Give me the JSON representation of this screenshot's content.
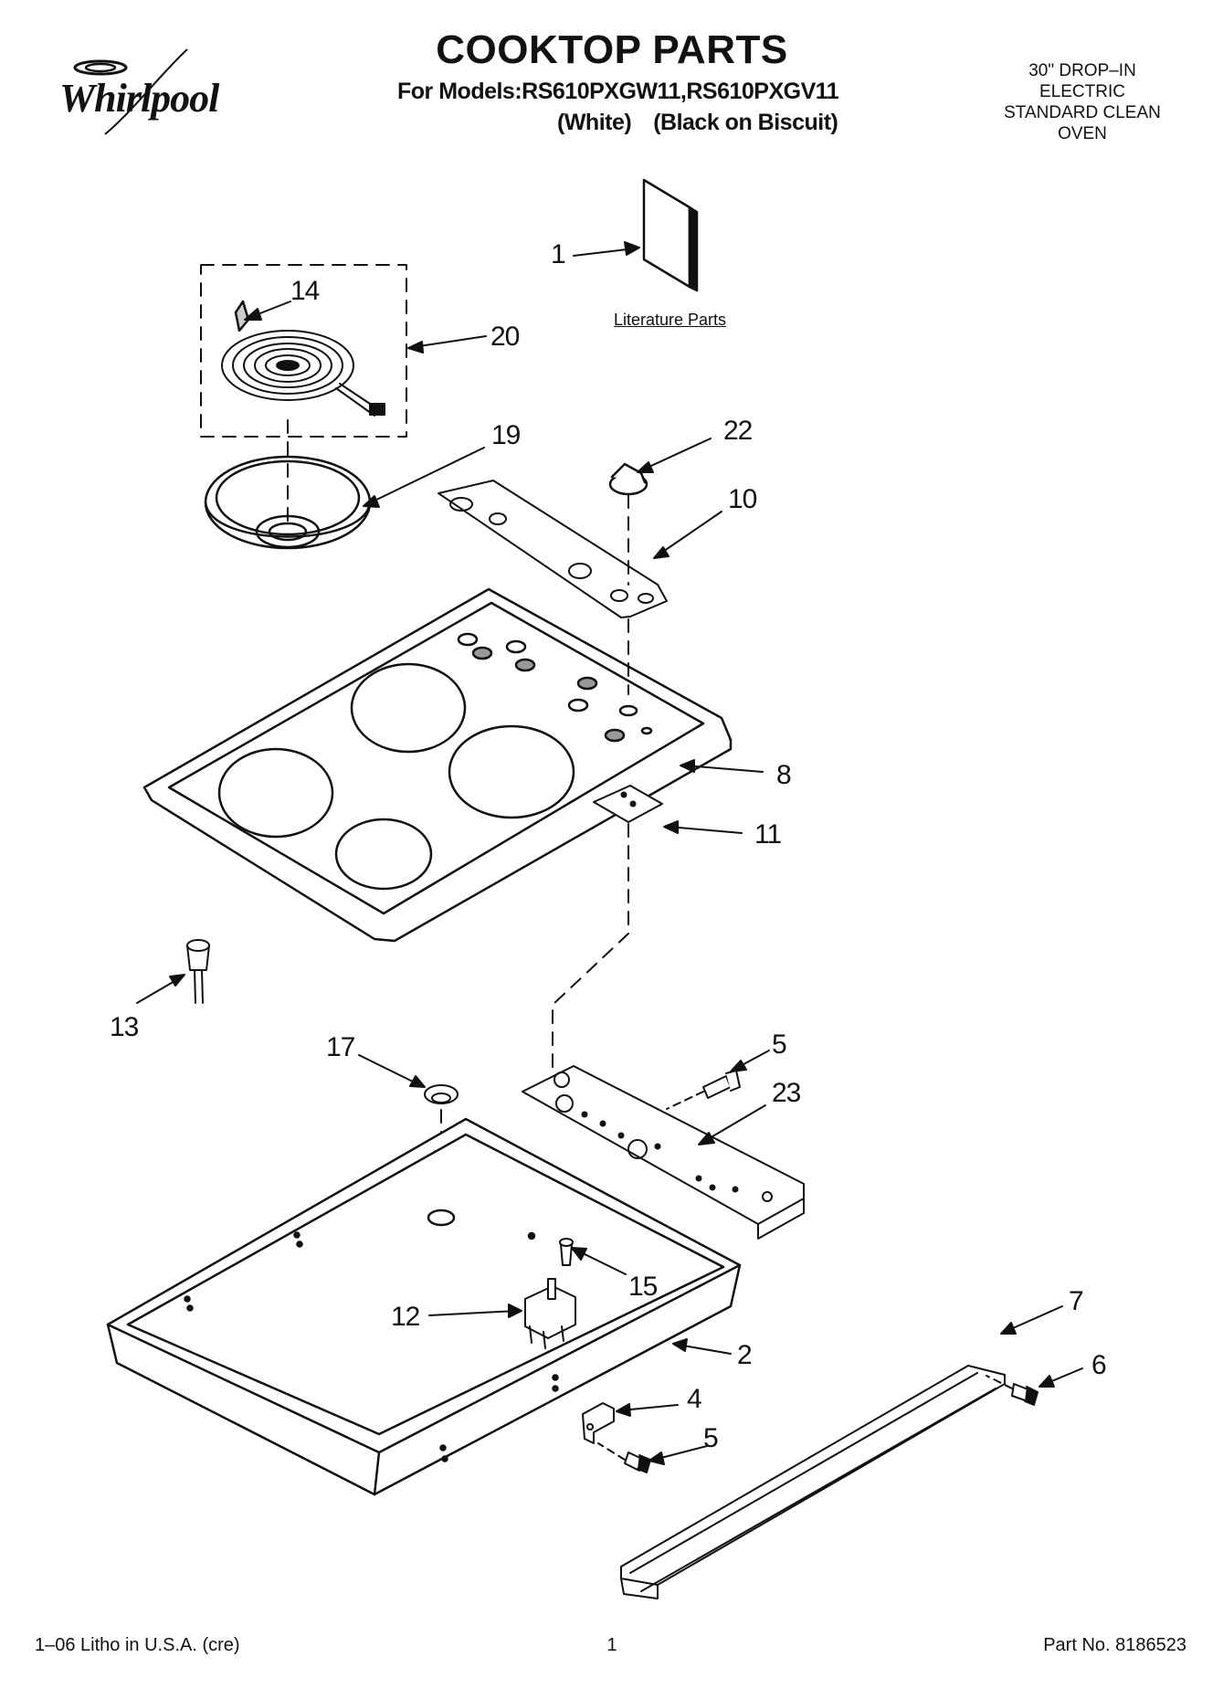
{
  "header": {
    "brand": "Whirlpool",
    "title": "COOKTOP PARTS",
    "models": "For Models:RS610PXGW11,RS610PXGV11",
    "variant_white": "(White)",
    "variant_black": "(Black on Biscuit)",
    "spec_lines": [
      "30\" DROP–IN",
      "ELECTRIC",
      "STANDARD CLEAN",
      "OVEN"
    ]
  },
  "literature_label": "Literature Parts",
  "callouts": [
    {
      "id": "c1",
      "label": "1"
    },
    {
      "id": "c14",
      "label": "14"
    },
    {
      "id": "c20",
      "label": "20"
    },
    {
      "id": "c19",
      "label": "19"
    },
    {
      "id": "c22",
      "label": "22"
    },
    {
      "id": "c10",
      "label": "10"
    },
    {
      "id": "c8",
      "label": "8"
    },
    {
      "id": "c11",
      "label": "11"
    },
    {
      "id": "c13",
      "label": "13"
    },
    {
      "id": "c17",
      "label": "17"
    },
    {
      "id": "c5a",
      "label": "5"
    },
    {
      "id": "c23",
      "label": "23"
    },
    {
      "id": "c15",
      "label": "15"
    },
    {
      "id": "c12",
      "label": "12"
    },
    {
      "id": "c2",
      "label": "2"
    },
    {
      "id": "c7",
      "label": "7"
    },
    {
      "id": "c6",
      "label": "6"
    },
    {
      "id": "c4",
      "label": "4"
    },
    {
      "id": "c5b",
      "label": "5"
    }
  ],
  "footer": {
    "left": "1–06 Litho in U.S.A. (cre)",
    "center": "1",
    "right": "Part No. 8186523"
  }
}
